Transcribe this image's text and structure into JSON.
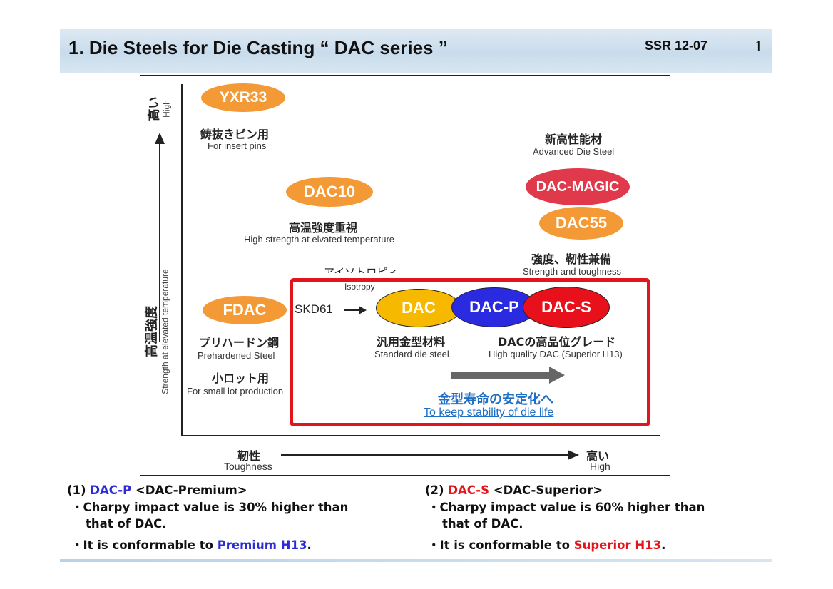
{
  "header": {
    "title": "1. Die Steels for Die Casting “ DAC series ”",
    "code": "SSR 12-07",
    "page": "1"
  },
  "diagram": {
    "y_axis": {
      "high_jp": "高い",
      "high_en": "High",
      "label_jp": "高温強度",
      "label_en": "Strength at elevated temperature"
    },
    "x_axis": {
      "label_jp": "靭性",
      "label_en": "Toughness",
      "high_jp": "高い",
      "high_en": "High"
    },
    "items": {
      "yxr33": {
        "name": "YXR33",
        "jp": "鋳抜きピン用",
        "en": "For insert pins"
      },
      "dac10": {
        "name": "DAC10",
        "jp": "高温強度重視",
        "en": "High strength at elvated temperature"
      },
      "advanced": {
        "jp": "新高性能材",
        "en": "Advanced Die Steel"
      },
      "dac_magic": {
        "name": "DAC-MAGIC"
      },
      "dac55": {
        "name": "DAC55",
        "jp": "強度、靭性兼備",
        "en": "Strength and toughness"
      },
      "fdac": {
        "name": "FDAC",
        "jp": "プリハードン鋼",
        "en": "Prehardened Steel",
        "jp2": "小ロット用",
        "en2": "For small lot production"
      },
      "skd61": {
        "name": "SKD61"
      },
      "isotropy": {
        "jp": "アイソトロピィ",
        "en": "Isotropy"
      },
      "dac": {
        "name": "DAC",
        "jp": "汎用金型材料",
        "en": "Standard die steel"
      },
      "dac_p": {
        "name": "DAC-P"
      },
      "dac_s": {
        "name": "DAC-S"
      },
      "high_quality": {
        "jp": "DACの高品位グレード",
        "en": "High quality DAC (Superior H13)"
      },
      "stability": {
        "jp": "金型寿命の安定化へ",
        "en": "To keep stability of die life"
      }
    }
  },
  "notes": {
    "left": {
      "num": "(1) ",
      "name": "DAC-P",
      "rest": " <DAC-Premium>",
      "line1": "・Charpy impact value is 30% higher than",
      "line2": "that of DAC.",
      "line3_pre": "・It is conformable to ",
      "line3_hl": "Premium H13",
      "line3_post": "."
    },
    "right": {
      "num": "(2) ",
      "name": "DAC-S",
      "rest": " <DAC-Superior>",
      "line1": "・Charpy impact value is 60% higher than",
      "line2": "that of DAC.",
      "line3_pre": "・It is conformable to ",
      "line3_hl": "Superior H13",
      "line3_post": "."
    }
  },
  "colors": {
    "orange": "#f39a36",
    "dac_yellow": "#f7b900",
    "dac_p_blue": "#2a2be0",
    "dac_s_red": "#e8101a",
    "dac_magic_red": "#e0394b",
    "highlight_blue": "#2b2bd9",
    "highlight_red": "#e3141a",
    "stability_blue": "#1f6fc4"
  }
}
